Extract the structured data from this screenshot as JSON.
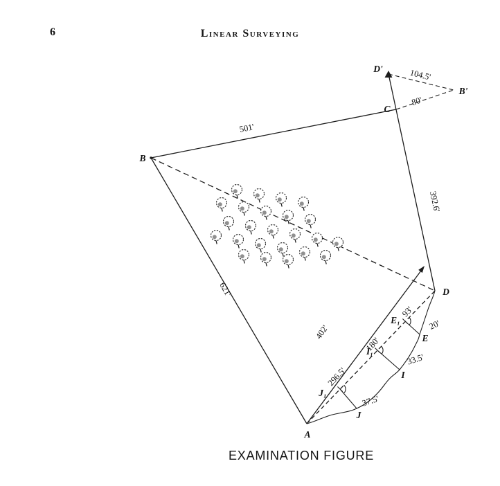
{
  "page": {
    "number": "6",
    "header": "Linear Surveying",
    "caption": "EXAMINATION FIGURE"
  },
  "figure": {
    "point_labels": {
      "A": "A",
      "B": "B",
      "C": "C",
      "D": "D",
      "D_prime": "D'",
      "B_prime": "B'",
      "E": "E",
      "E1": "E₁",
      "I": "I",
      "I1": "I₁",
      "J": "J",
      "J1": "J₁"
    },
    "measurements": {
      "BC": "501'",
      "D_prime_B_prime": "104.5'",
      "C_B_prime": "80'",
      "CD": "392.6'",
      "BA": "621'",
      "AD": "402'",
      "D_J1": "296.5'",
      "D_I1": "180'",
      "D_E1": "93'",
      "E1_E": "20'",
      "I1_I": "33.5'",
      "J1_J": "37.5'"
    },
    "icons": {
      "orchard": "tree-icon",
      "line_end": "arrowhead-icon",
      "station": "right-angle-mark"
    }
  }
}
